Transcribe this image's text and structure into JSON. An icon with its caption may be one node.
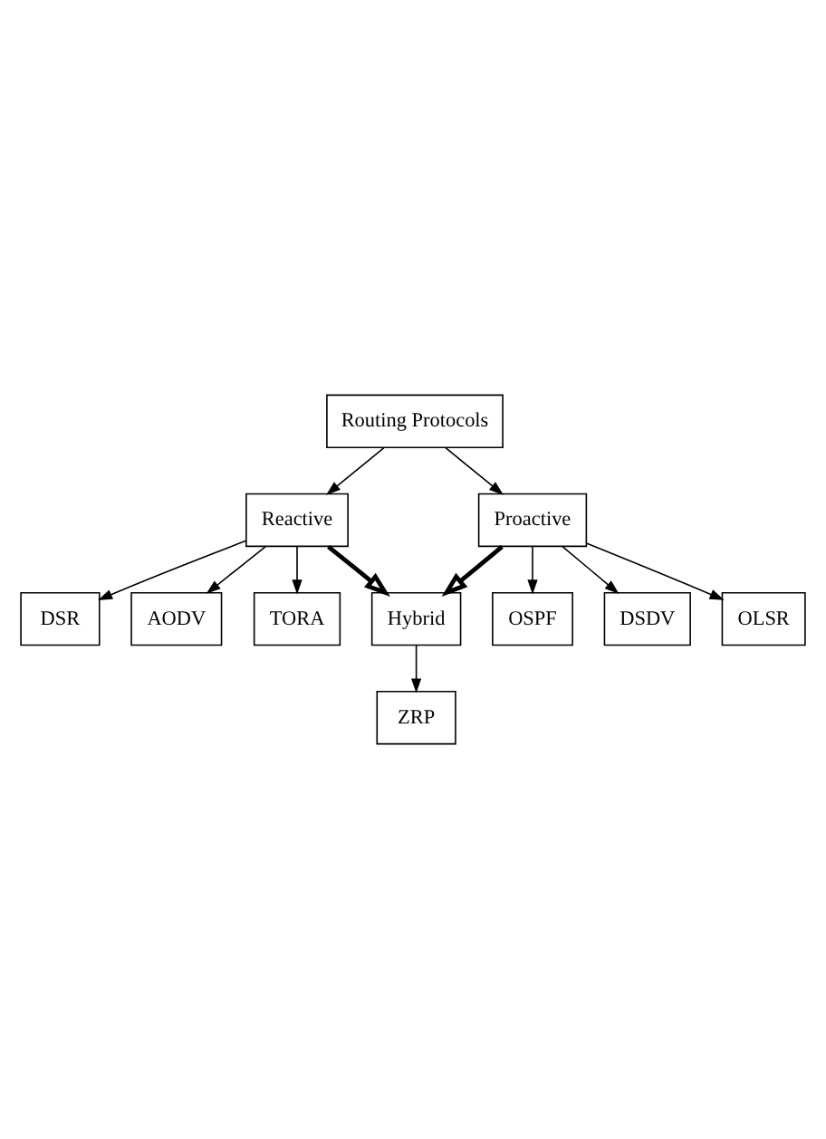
{
  "diagram": {
    "nodes": [
      {
        "text": [
          "Routing Protocols"
        ]
      },
      {
        "text": [
          "Reactive"
        ]
      },
      {
        "text": [
          "Proactive"
        ]
      },
      {
        "text": [
          "DSR"
        ]
      },
      {
        "text": [
          "AODV"
        ]
      },
      {
        "text": [
          "TORA"
        ]
      },
      {
        "text": [
          "OSPF"
        ]
      },
      {
        "text": [
          "DSDV"
        ]
      },
      {
        "text": [
          "OLSR"
        ]
      },
      {
        "text": [
          "Hybrid"
        ]
      },
      {
        "text": [
          "ZRP"
        ]
      }
    ],
    "edges": [
      {
        "from": 0,
        "to": 1,
        "arrow": "to"
      },
      {
        "from": 0,
        "to": 2,
        "arrow": "to"
      },
      {
        "from": 1,
        "to": 3,
        "arrow": "to"
      },
      {
        "from": 1,
        "to": 4,
        "arrow": "to"
      },
      {
        "from": 1,
        "to": 5,
        "arrow": "to"
      },
      {
        "from": 2,
        "to": 6,
        "arrow": "to"
      },
      {
        "from": 2,
        "to": 7,
        "arrow": "to"
      },
      {
        "from": 2,
        "to": 8,
        "arrow": "to"
      },
      {
        "from": 1,
        "to": 9,
        "arrow": "to",
        "style": "thick"
      },
      {
        "from": 2,
        "to": 9,
        "arrow": "to",
        "style": "thick"
      },
      {
        "from": 9,
        "to": 10,
        "arrow": "to"
      }
    ]
  }
}
